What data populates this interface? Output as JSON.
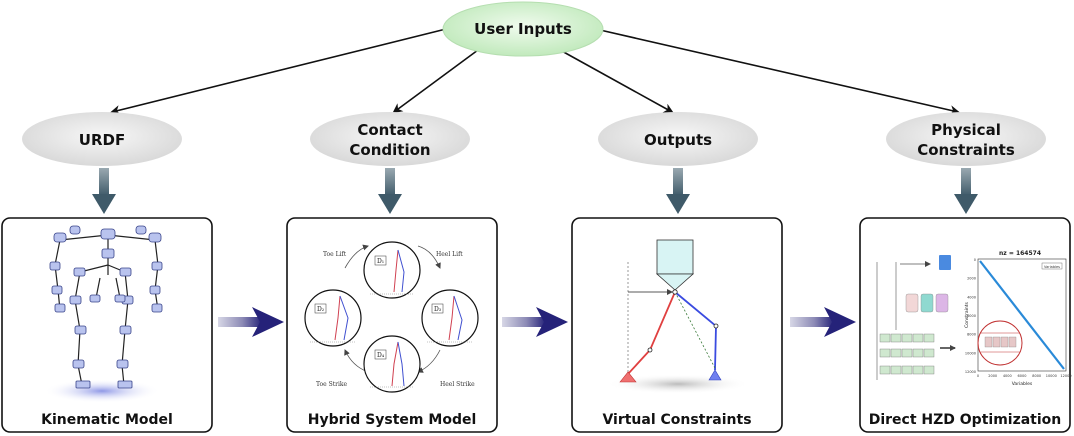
{
  "root": {
    "label": "User Inputs"
  },
  "inputs": [
    {
      "lines": [
        "URDF"
      ]
    },
    {
      "lines": [
        "Contact",
        "Condition"
      ]
    },
    {
      "lines": [
        "Outputs"
      ]
    },
    {
      "lines": [
        "Physical",
        "Constraints"
      ]
    }
  ],
  "panels": [
    {
      "title": "Kinematic Model"
    },
    {
      "title": "Hybrid System Model"
    },
    {
      "title": "Virtual Constraints"
    },
    {
      "title": "Direct HZD Optimization"
    }
  ],
  "hybrid": {
    "toe_lift": "Toe Lift",
    "heel_lift": "Heel Lift",
    "toe_strike": "Toe Strike",
    "heel_strike": "Heel Strike",
    "domains": [
      "D₁",
      "D₂",
      "D₃",
      "D₄"
    ]
  },
  "optimization": {
    "plot_title": "nz = 164574",
    "ylabel": "Constraints",
    "xlabel": "Variables",
    "legend": "Variables",
    "x_ticks": [
      "0",
      "2000",
      "4000",
      "6000",
      "8000",
      "10000",
      "12000"
    ],
    "y_ticks": [
      "0",
      "2000",
      "4000",
      "6000",
      "8000",
      "10000",
      "12000"
    ]
  },
  "colors": {
    "root_fill": "#c9efc5",
    "input_fill": "#e2e2e2",
    "down_arrow": "#4d6775",
    "flow_arrow": "#2d2a7c",
    "stance_leg": "#e04040",
    "swing_leg": "#3a4be0"
  }
}
